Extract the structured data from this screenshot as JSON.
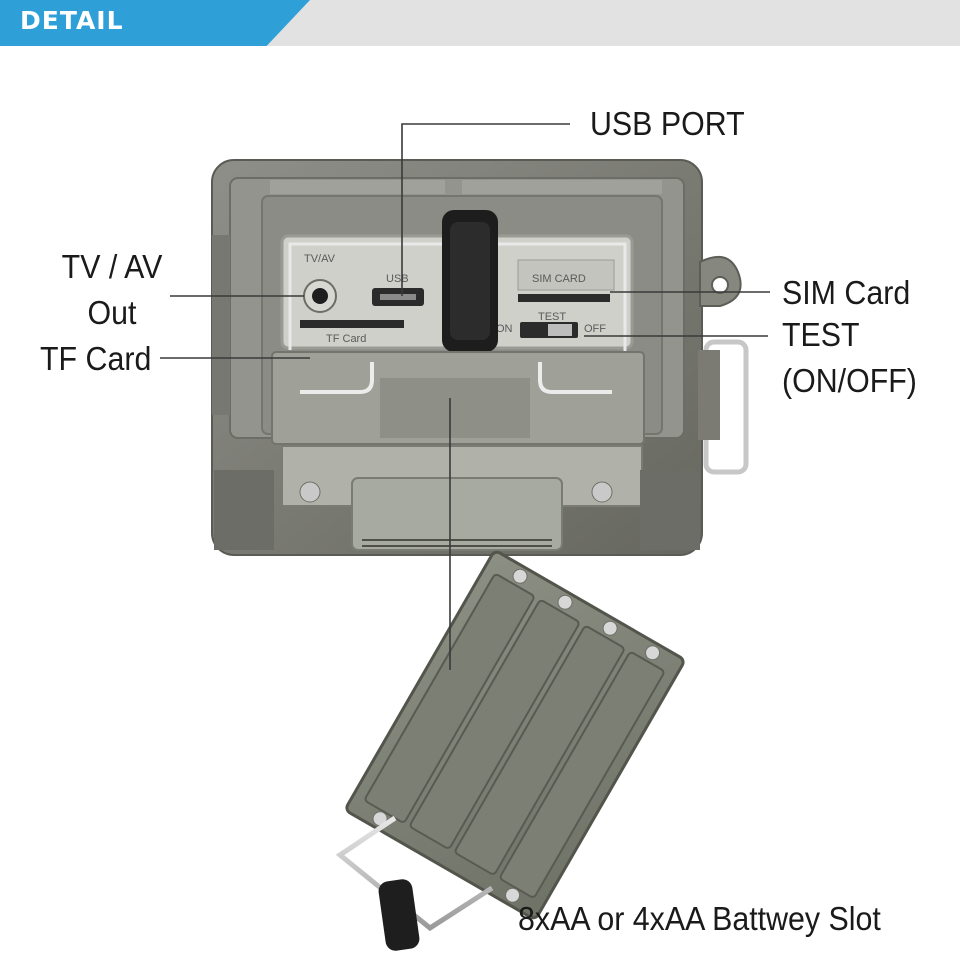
{
  "header": {
    "title": "DETAIL"
  },
  "labels": {
    "usb_port": "USB PORT",
    "tv_av_line1": "TV / AV",
    "tv_av_line2": "Out",
    "tf_card": "TF Card",
    "sim_card": "SIM Card",
    "test_line1": "TEST",
    "test_line2": "(ON/OFF)",
    "battery_slot": "8xAA or 4xAA Battwey Slot"
  },
  "panel_text": {
    "tv_av": "TV/AV",
    "usb": "USB",
    "sim_card": "SIM CARD",
    "test": "TEST",
    "on": "ON",
    "off": "OFF",
    "tf_card": "TF Card"
  }
}
